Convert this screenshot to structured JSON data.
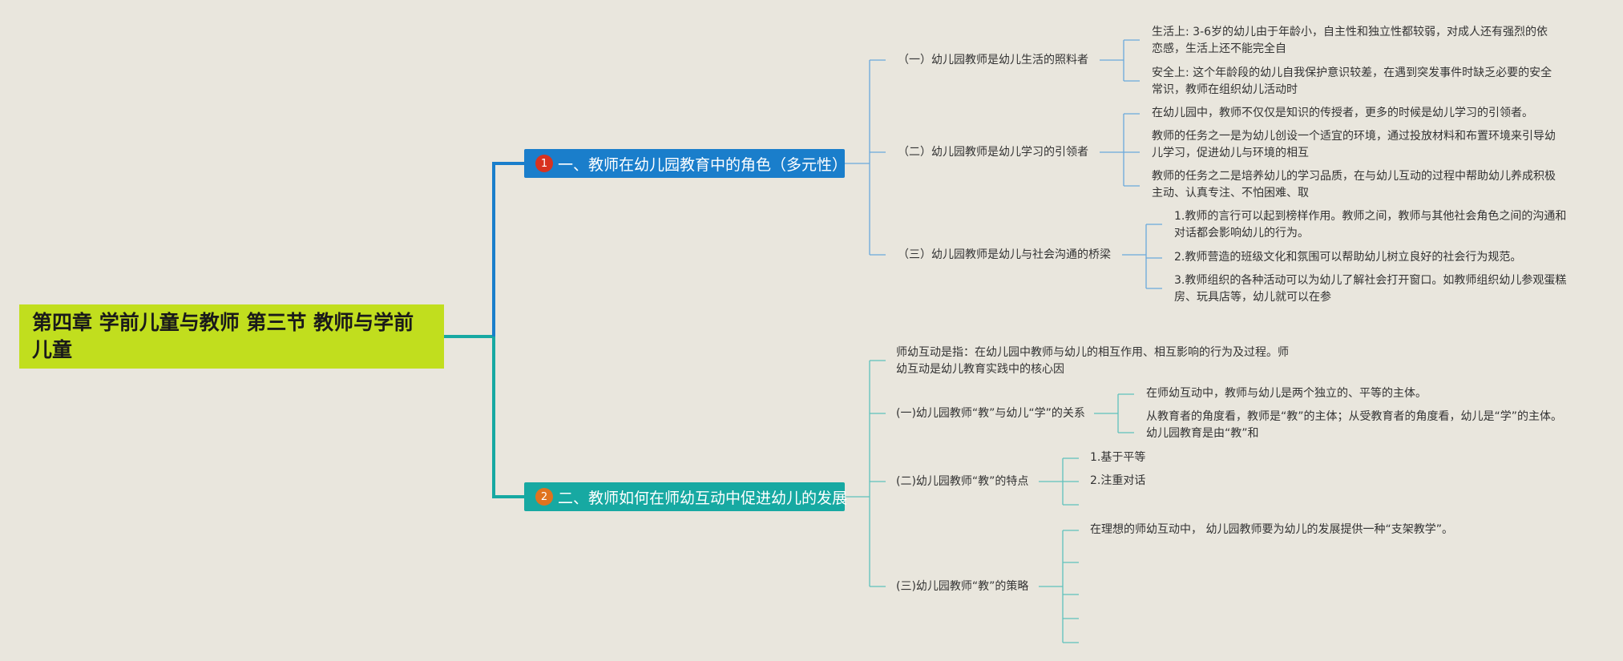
{
  "root": {
    "title": "第四章  学前儿童与教师  第三节  教师与学前儿童"
  },
  "branch1": {
    "badge": "1",
    "label": "一、教师在幼儿园教育中的角色（多元性）",
    "sub1": {
      "label": "（一）幼儿园教师是幼儿生活的照料者",
      "items": [
        "生活上: 3-6岁的幼儿由于年龄小，自主性和独立性都较弱，对成人还有强烈的依恋感，生活上还不能完全自",
        "安全上: 这个年龄段的幼儿自我保护意识较差，在遇到突发事件时缺乏必要的安全常识，教师在组织幼儿活动时"
      ]
    },
    "sub2": {
      "label": "（二）幼儿园教师是幼儿学习的引领者",
      "items": [
        "在幼儿园中，教师不仅仅是知识的传授者，更多的时候是幼儿学习的引领者。",
        "教师的任务之一是为幼儿创设一个适宜的环境，通过投放材料和布置环境来引导幼儿学习，促进幼儿与环境的相互",
        "教师的任务之二是培养幼儿的学习品质，在与幼儿互动的过程中帮助幼儿养成积极主动、认真专注、不怕困难、取"
      ]
    },
    "sub3": {
      "label": "（三）幼儿园教师是幼儿与社会沟通的桥梁",
      "items": [
        "1.教师的言行可以起到榜样作用。教师之间，教师与其他社会角色之间的沟通和对话都会影响幼儿的行为。",
        "2.教师营造的班级文化和氛围可以帮助幼儿树立良好的社会行为规范。",
        "3.教师组织的各种活动可以为幼儿了解社会打开窗口。如教师组织幼儿参观蛋糕房、玩具店等，幼儿就可以在参"
      ]
    }
  },
  "branch2": {
    "badge": "2",
    "label": "二、教师如何在师幼互动中促进幼儿的发展",
    "intro": "师幼互动是指：在幼儿园中教师与幼儿的相互作用、相互影响的行为及过程。师幼互动是幼儿教育实践中的核心因",
    "sub1": {
      "label": "(一)幼儿园教师“教”与幼儿“学”的关系",
      "items": [
        "在师幼互动中，教师与幼儿是两个独立的、平等的主体。",
        "从教育者的角度看，教师是“教”的主体；从受教育者的角度看，幼儿是“学”的主体。幼儿园教育是由“教”和"
      ]
    },
    "sub2": {
      "label": "(二)幼儿园教师“教”的特点",
      "items": [
        "1.基于平等",
        "2.注重对话"
      ]
    },
    "sub3": {
      "label": "(三)幼儿园教师“教”的策略",
      "items": [
        "在理想的师幼互动中， 幼儿园教师要为幼儿的发展提供一种“支架教学”。"
      ]
    }
  },
  "colors": {
    "root": "#c1de1e",
    "branch1": "#1a7ecb",
    "branch2": "#17a9a2",
    "background": "#e9e6dd"
  }
}
